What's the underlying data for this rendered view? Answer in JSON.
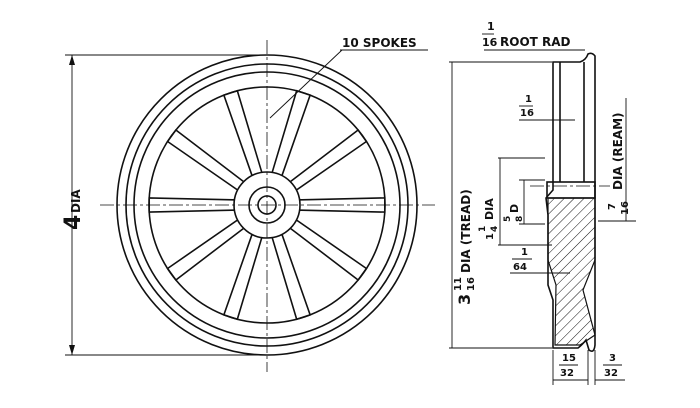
{
  "drawing": {
    "front_view": {
      "overall_dia": {
        "whole": "4",
        "unit": "DIA"
      },
      "spokes_note": "10 SPOKES",
      "spoke_count": 10
    },
    "side_view": {
      "root_rad": {
        "num": "1",
        "den": "16",
        "label": "ROOT RAD"
      },
      "web_thickness": {
        "num": "1",
        "den": "16"
      },
      "tread_dia": {
        "whole": "3",
        "num": "11",
        "den": "16",
        "label": "DIA (TREAD)"
      },
      "hub_dia": {
        "whole": "1",
        "num": "1",
        "den": "4",
        "label": "DIA"
      },
      "hub_depth": {
        "num": "5",
        "den": "8",
        "label": "D"
      },
      "offset": {
        "num": "1",
        "den": "64"
      },
      "bore": {
        "num": "7",
        "den": "16",
        "label": "DIA (REAM)"
      },
      "tread_width": {
        "num": "15",
        "den": "32"
      },
      "flange_width": {
        "num": "3",
        "den": "32"
      }
    }
  }
}
